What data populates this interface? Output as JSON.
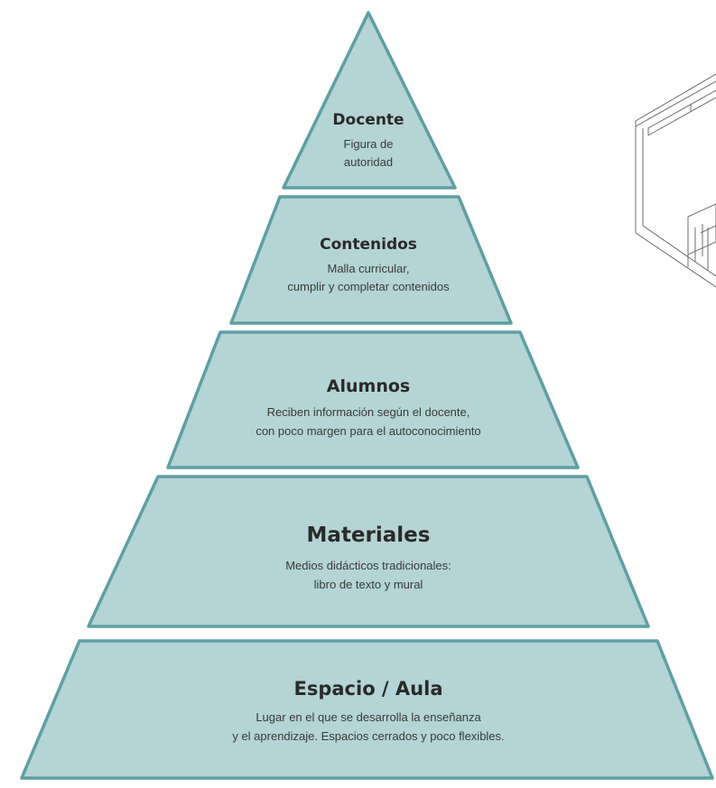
{
  "pyramid": {
    "colors": {
      "fill": "#b4d4d5",
      "outline": "#5e9fa3",
      "text": "#3a3a3a"
    },
    "layers": [
      {
        "title": "Docente",
        "lines": [
          "Figura de",
          "autoridad"
        ]
      },
      {
        "title": "Contenidos",
        "lines": [
          "Malla curricular,",
          "cumplir y completar contenidos"
        ]
      },
      {
        "title": "Alumnos",
        "lines": [
          "Reciben información según el docente,",
          "con poco margen para el autoconocimiento"
        ]
      },
      {
        "title": "Materiales",
        "lines": [
          "Medios didácticos tradicionales:",
          "libro de texto y mural"
        ]
      },
      {
        "title": "Espacio / Aula",
        "lines": [
          "Lugar en el que se desarrolla la enseñanza",
          "y el aprendizaje. Espacios cerrados y poco flexibles."
        ]
      }
    ]
  },
  "illustration": {
    "icon": "classroom-sketch-icon"
  }
}
